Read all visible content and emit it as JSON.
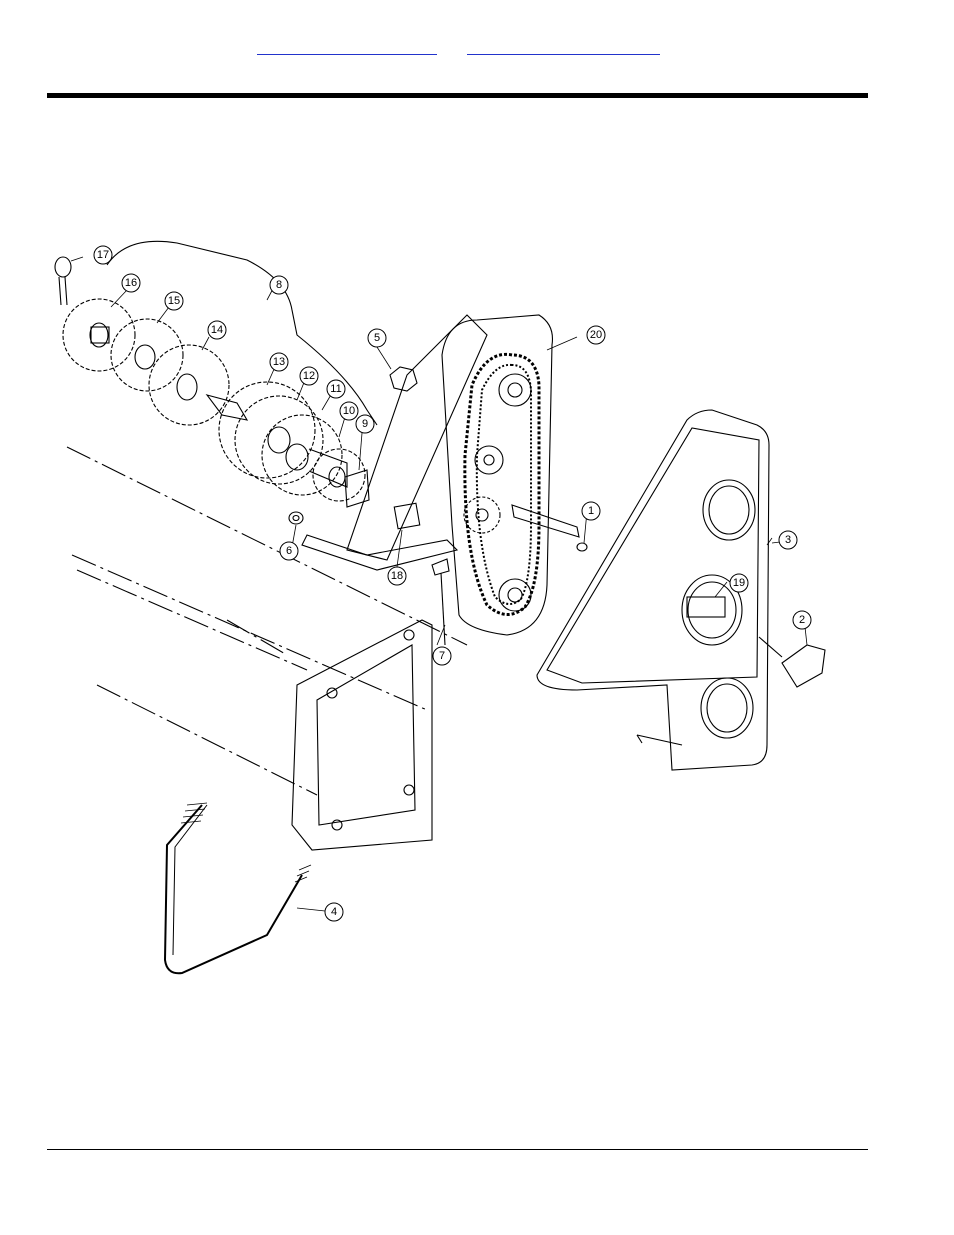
{
  "header": {
    "links": [
      "",
      ""
    ]
  },
  "diagram": {
    "callouts": [
      "1",
      "2",
      "3",
      "4",
      "5",
      "6",
      "7",
      "8",
      "9",
      "10",
      "11",
      "12",
      "13",
      "14",
      "15",
      "16",
      "17",
      "18",
      "19",
      "20"
    ]
  }
}
